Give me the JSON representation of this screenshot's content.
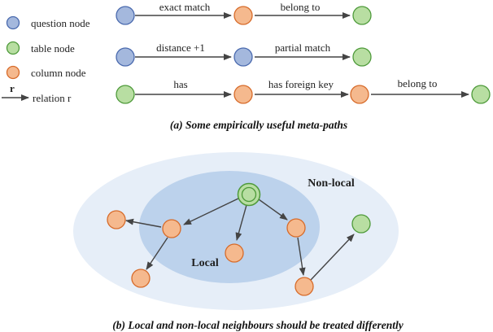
{
  "colors": {
    "question_fill": "#a4b8dd",
    "question_stroke": "#4a6aae",
    "table_fill": "#b8dea2",
    "table_stroke": "#4e9a3a",
    "column_fill": "#f5b98e",
    "column_stroke": "#d76b2a",
    "outer_region": "#e6eef8",
    "inner_region": "#bcd2ec",
    "edge": "#444444"
  },
  "legend": {
    "question": "question node",
    "table": "table node",
    "column": "column node",
    "relation_symbol": "r",
    "relation": "relation r"
  },
  "meta_paths": [
    {
      "nodes": [
        "question",
        "column",
        "table"
      ],
      "edges": [
        "exact match",
        "belong to"
      ]
    },
    {
      "nodes": [
        "question",
        "question",
        "table"
      ],
      "edges": [
        "distance +1",
        "partial match"
      ]
    },
    {
      "nodes": [
        "table",
        "column",
        "column",
        "table"
      ],
      "edges": [
        "has",
        "has foreign key",
        "belong to"
      ]
    }
  ],
  "caption_a": "(a) Some empirically useful meta-paths",
  "region_nonlocal": "Non-local",
  "region_local": "Local",
  "caption_b": "(b) Local and non-local neighbours should be treated differently"
}
